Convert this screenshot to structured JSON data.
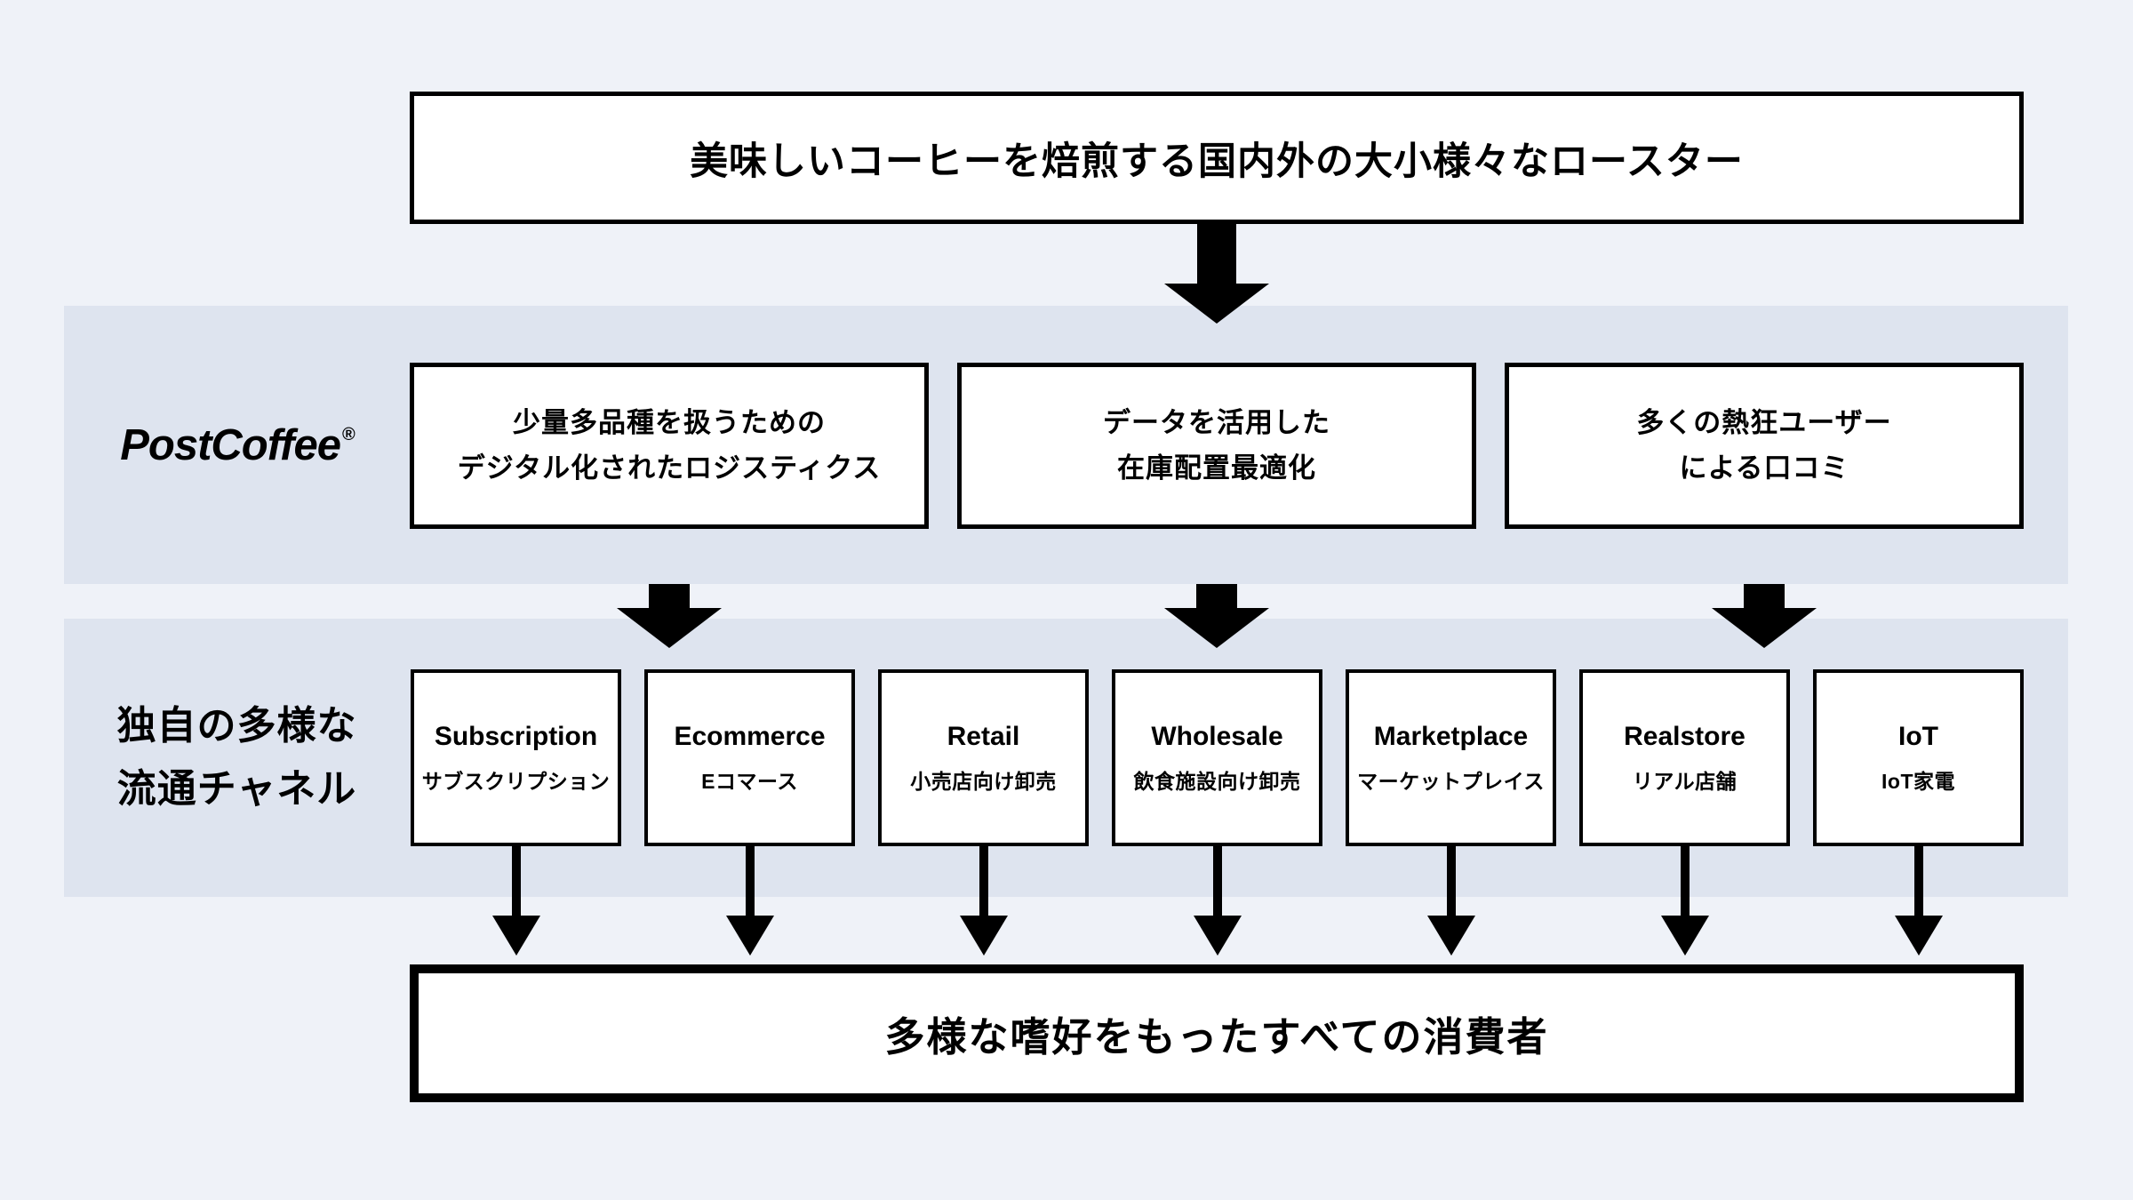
{
  "diagram": {
    "top_box": {
      "label": "美味しいコーヒーを焙煎する国内外の大小様々なロースター"
    },
    "platform_band": {
      "brand": "PostCoffee",
      "brand_mark": "®",
      "boxes": [
        {
          "line1": "少量多品種を扱うための",
          "line2": "デジタル化されたロジスティクス"
        },
        {
          "line1": "データを活用した",
          "line2": "在庫配置最適化"
        },
        {
          "line1": "多くの熱狂ユーザー",
          "line2": "による口コミ"
        }
      ]
    },
    "channels_band": {
      "label_line1": "独自の多様な",
      "label_line2": "流通チャネル",
      "channels": [
        {
          "name": "Subscription",
          "ja": "サブスクリプション"
        },
        {
          "name": "Ecommerce",
          "ja": "Eコマース"
        },
        {
          "name": "Retail",
          "ja": "小売店向け卸売"
        },
        {
          "name": "Wholesale",
          "ja": "飲食施設向け卸売"
        },
        {
          "name": "Marketplace",
          "ja": "マーケットプレイス"
        },
        {
          "name": "Realstore",
          "ja": "リアル店舗"
        },
        {
          "name": "IoT",
          "ja": "IoT家電"
        }
      ]
    },
    "bottom_box": {
      "label": "多様な嗜好をもったすべての消費者"
    },
    "colors": {
      "background": "#eff2f8",
      "band": "#dee4ef",
      "box_background": "#ffffff",
      "line": "#000000"
    }
  }
}
